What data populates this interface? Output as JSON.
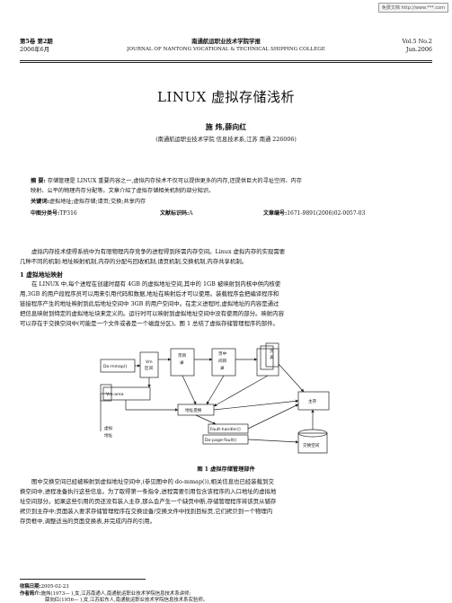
{
  "stamp": "免费文档 http://www.***.com",
  "header": {
    "issue": "第5卷 第2期",
    "date": "2006年6月",
    "journal_cn": "南通航运职业技术学院学报",
    "journal_en": "JOURNAL OF NANTONG VOCATIONAL & TECHNICAL SHIPPING COLLEGE",
    "vol": "Vol.5 No.2",
    "month": "Jun.2006"
  },
  "title": "LINUX 虚拟存储浅析",
  "author": "施 炜,薛向红",
  "affiliation": "(南通航运职业技术学院 信息技术系,江苏 南通 226006)",
  "abstract": {
    "label": "摘 要:",
    "line1": "存储管理是 LINUX 重要内容之一,虚拟内存技术不仅可以提供更多的内存,还提供巨大的寻址空间、内存",
    "line2": "映射、公平的物理内存分配等。文章介绍了虚拟存储相关机制的部分知识。"
  },
  "keywords": {
    "label": "关键词:",
    "text": "虚拟地址;虚拟存储;请页;交换;共享内存"
  },
  "clc": {
    "label": "中图分类号:",
    "value": "TP316"
  },
  "doc_code": {
    "label": "文献标识码:",
    "value": "A"
  },
  "article_no": {
    "label": "文章编号:",
    "value": "1671-9891(2006)02-0057-03"
  },
  "intro": {
    "line1": "虚拟内存技术使得系统中为有限物理内存竞争的进程得到所需内存空间。Linux 虚拟内存的实现需要",
    "line2": "几种不同的机制:地址映射机制,内存的分配与回收机制,请页机制,交换机制,内存共享机制。"
  },
  "section1": {
    "heading": "1 虚拟地址映射",
    "line1": "在 LINUX 中,每个进程在创建时都有 4GB 的虚拟地址空间,其中的 1GB 被映射到内核中供内核使",
    "line2": "用,3GB 的用户段程序员可以用来引用代码和数据,地址在映射后才可以使用。装载程序会把编译程序和",
    "line3": "链接程序产生的地址映射到此后地址空间中 3GB 的用户空间中。在定义进程时,虚拟地址的内容是通过",
    "line4": "把信息映射到特定的虚拟地址块来定义的。运行时可以映射到虚拟地址空间中没有使用的部分。映射内容",
    "line5": "可以存在于交换空间中(可能是一个文件或者是一个磁盘分区)。图 1 总结了虚拟存储管理程序的部件。"
  },
  "figure": {
    "do_mmap": "Do-mmap()",
    "vm": "Vm",
    "vm2": "区间",
    "page_table1": "页目",
    "page_table2": "录",
    "mid_pt1": "页中",
    "mid_pt2": "间目",
    "mid_pt3": "录",
    "page_label1": "页",
    "page_label2": "表",
    "vm_area": "Vm-area",
    "addr_trans": "地址变换",
    "vaddr1": "虚拟",
    "vaddr2": "地址",
    "fault_handler": "Fault-handler()",
    "do_page_fault": "Do-page-fault()",
    "main_mem": "主存",
    "swap_file": "交换空间",
    "caption": "图 1 虚拟存储管理部件"
  },
  "para2": {
    "line1": "图中交换空间已经被映射到虚拟地址空间中,(参见图中的 do-mmap()),相关信息也已经装载到交",
    "line2": "换空间中,进程准备执行这些信息。为了取得第一条指令,进程需要引用包含该程序的入口地址的虚拟地",
    "line3": "址空间部分。如果这些引用的页还没有装入主存,那么会产生一个缺页中断,存储管理程序将该页从辅存",
    "line4": "拷贝到主存中;页面装入要求存储管理程序在交换设备/交换文件中找到目标页,它们拷贝到一个物理内",
    "line5": "存页框中,调整适当的页面变换表,并完成内存的引用。"
  },
  "footnotes": {
    "received_label": "收稿日期:",
    "received": "2005-02-23",
    "author_label": "作者简介:",
    "author1": "施炜(1973— ),女,江苏南通人,南通航运职业技术学院信息技术系讲师;",
    "author2": "薛向红(1956— ),女,江苏如东人,南通航运职业技术学院信息技术系实验师。"
  }
}
